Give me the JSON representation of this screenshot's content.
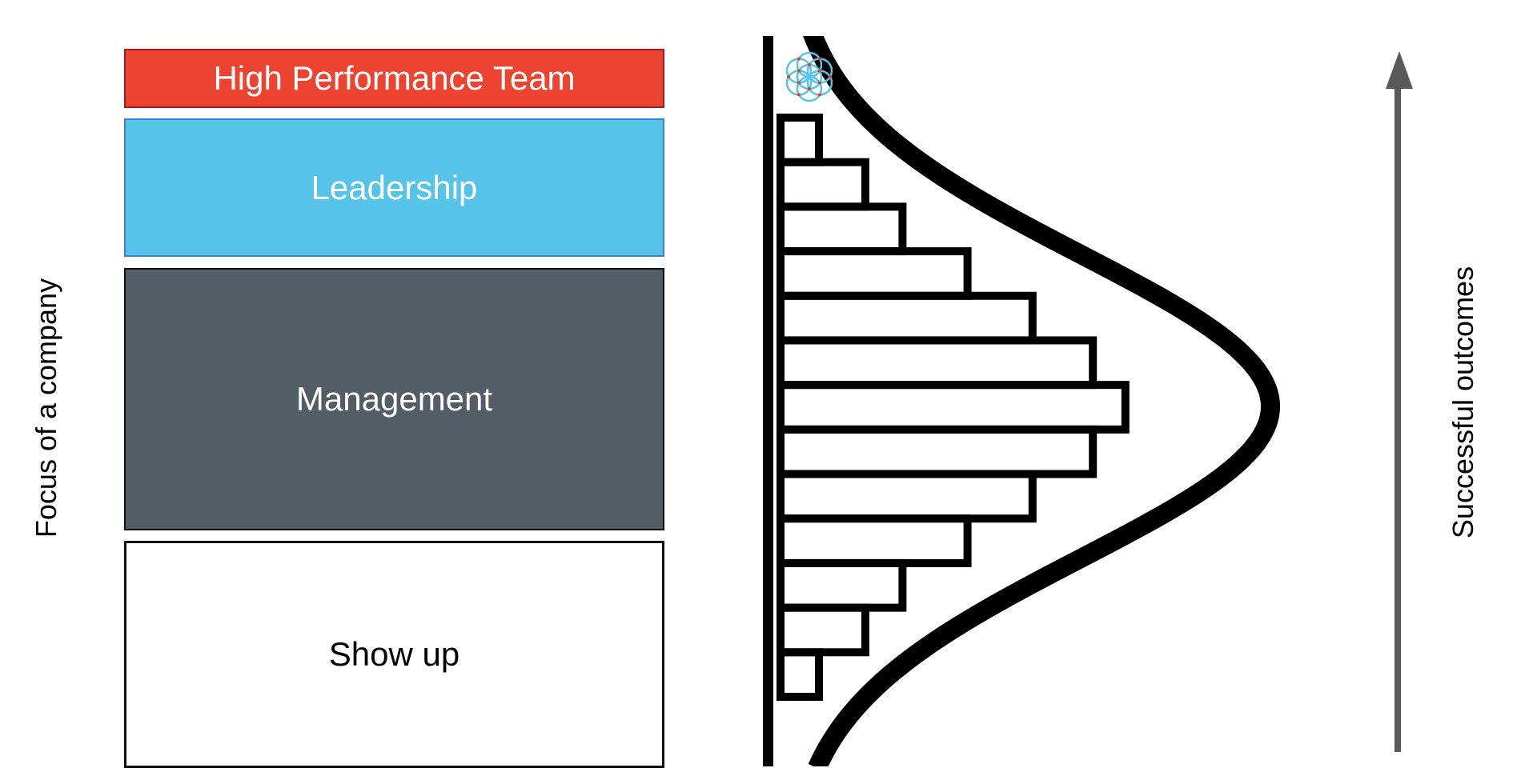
{
  "diagram": {
    "left_axis_label": "Focus of a company",
    "right_axis_label": "Successful outcomes",
    "layers": [
      {
        "id": "hpt",
        "label": "High Performance Team",
        "fill": "#ec4430",
        "text_color": "#ffffff"
      },
      {
        "id": "lead",
        "label": "Leadership",
        "fill": "#55c4e8",
        "text_color": "#ffffff"
      },
      {
        "id": "mgmt",
        "label": "Management",
        "fill": "#535d66",
        "text_color": "#ffffff"
      },
      {
        "id": "show",
        "label": "Show up",
        "fill": "#ffffff",
        "text_color": "#000000"
      }
    ],
    "distribution": {
      "type": "histogram-with-bell-curve",
      "orientation": "horizontal",
      "bar_lengths_relative": [
        1.0,
        2.0,
        2.8,
        4.2,
        5.6,
        6.9,
        7.6,
        6.9,
        5.6,
        4.2,
        2.8,
        2.0,
        1.0
      ],
      "stroke_color": "#000000"
    },
    "arrow": {
      "direction": "up",
      "color": "#595959"
    },
    "logo": {
      "name": "flower-of-life-logo",
      "stroke_color": "#55c4e8",
      "dot_color": "#e8402a"
    }
  }
}
